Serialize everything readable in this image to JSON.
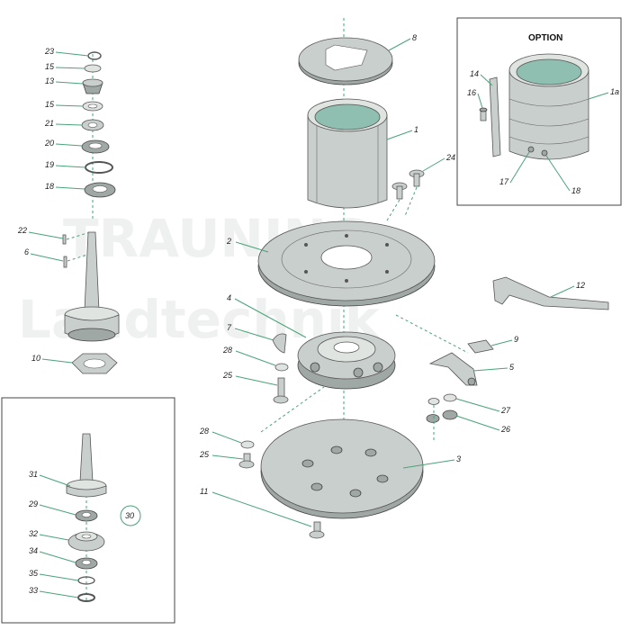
{
  "option_title": "OPTION",
  "watermark": {
    "line1": "TRAUNING",
    "line2": "Landtechnik"
  },
  "labels": {
    "p23": "23",
    "p15a": "15",
    "p13": "13",
    "p15b": "15",
    "p21": "21",
    "p20": "20",
    "p19": "19",
    "p18": "18",
    "p22": "22",
    "p6": "6",
    "p10": "10",
    "p8": "8",
    "p1": "1",
    "p24": "24",
    "p2": "2",
    "p4": "4",
    "p7": "7",
    "p28a": "28",
    "p25a": "25",
    "p9": "9",
    "p5": "5",
    "p27": "27",
    "p26": "26",
    "p12": "12",
    "p28b": "28",
    "p25b": "25",
    "p3": "3",
    "p11": "11",
    "p31": "31",
    "p29": "29",
    "p30": "30",
    "p32": "32",
    "p34": "34",
    "p35": "35",
    "p33": "33",
    "p14": "14",
    "p16": "16",
    "p1a": "1a",
    "p17": "17",
    "p18b": "18"
  }
}
